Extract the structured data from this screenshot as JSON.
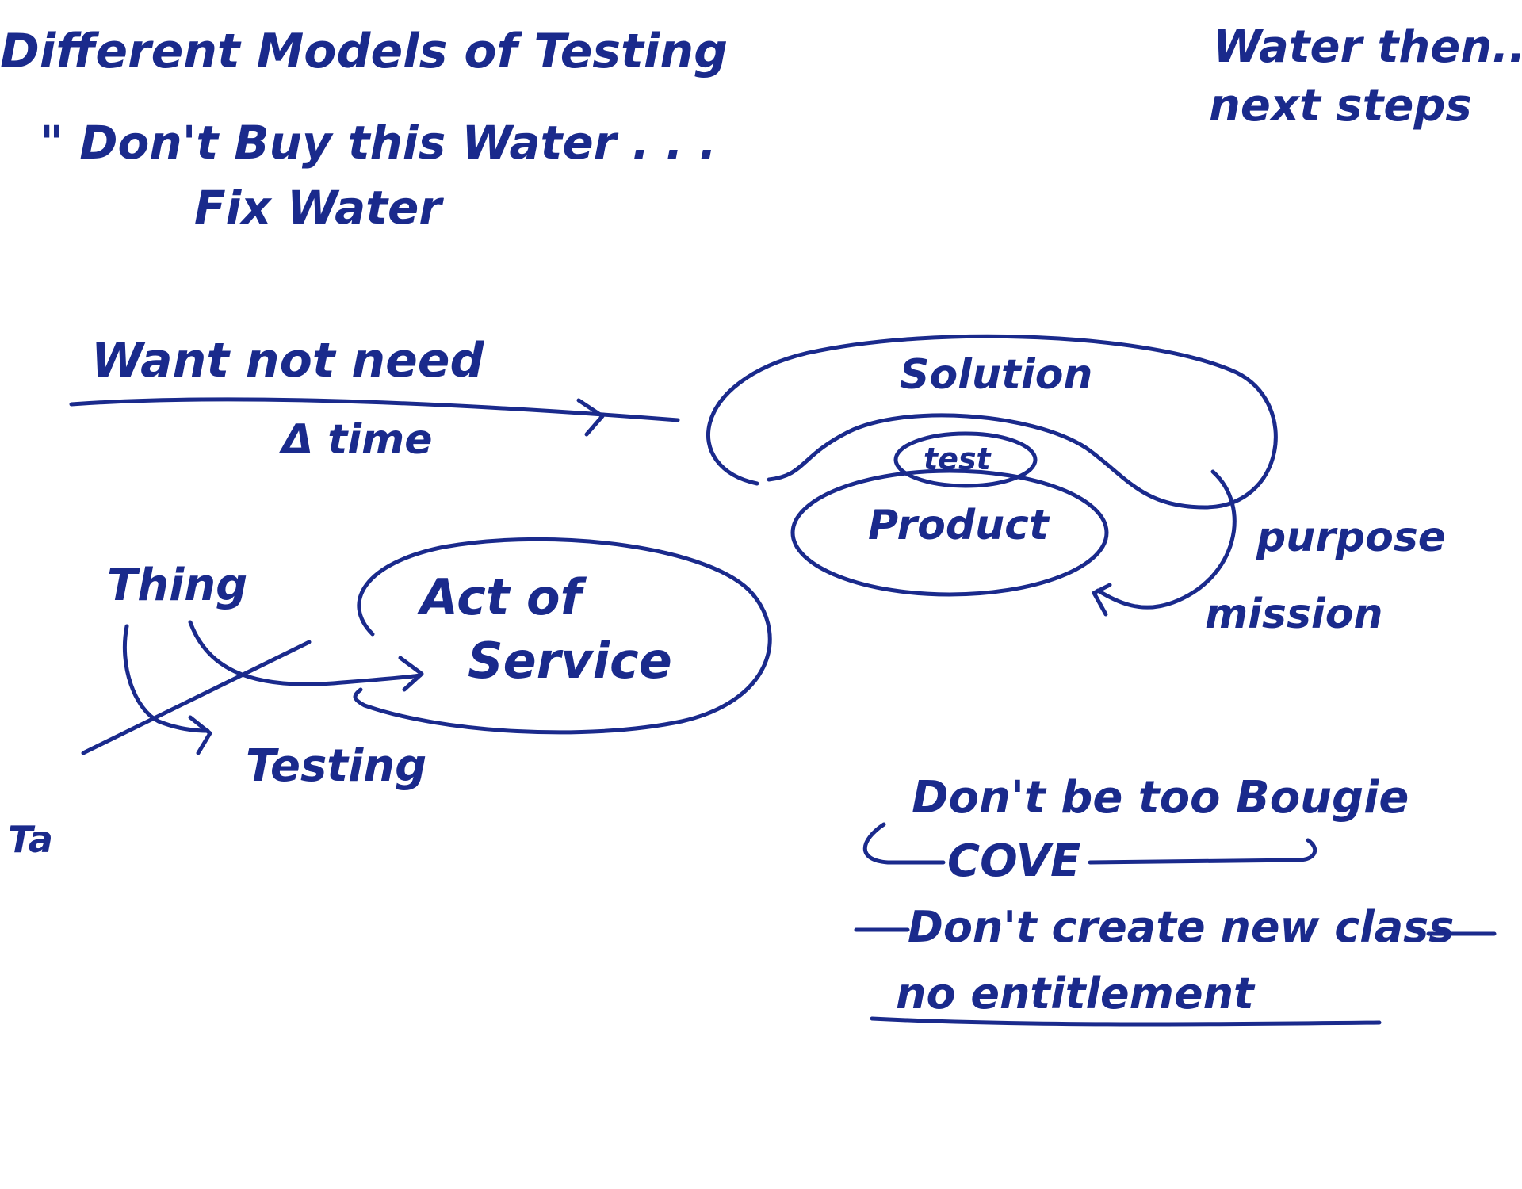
{
  "ink_color": "#1a2a8c",
  "paper_color": "#ffffff",
  "title": "Different Models of Testing",
  "quote_line1": "\" Don't Buy this Water . . .",
  "quote_line2": "Fix Water",
  "top_right_line1": "Water then...",
  "top_right_line2": "next steps",
  "want_not_need": "Want not need",
  "delta_time": "Δ time",
  "solution": "Solution",
  "test": "test",
  "product": "Product",
  "purpose": "purpose",
  "mission": "mission",
  "thing": "Thing",
  "act_of_line1": "Act of",
  "act_of_line2": "Service",
  "testing": "Testing",
  "ta": "Ta",
  "dont_be_too_bougie": "Don't be too Bougie",
  "cove": "COVE",
  "dont_create_new_class": "Don't create new class",
  "no_entitlement": "no entitlement"
}
